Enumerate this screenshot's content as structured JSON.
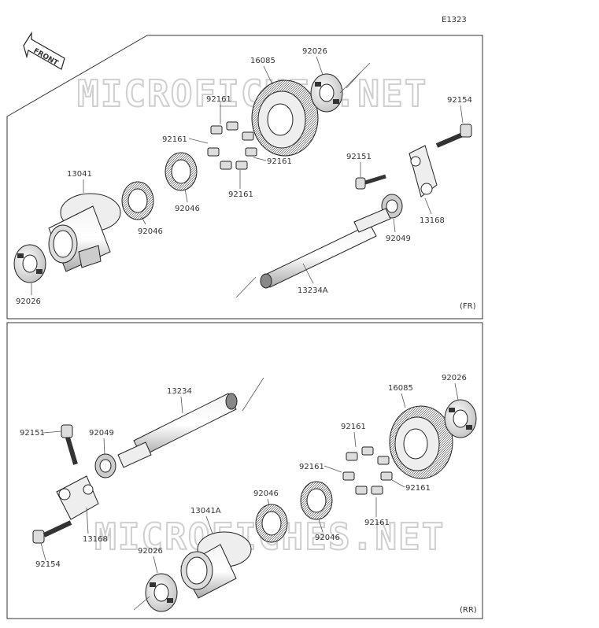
{
  "diagram_code": "E1323",
  "front_label": "FRONT",
  "watermark": "MICROFICHES.NET",
  "panels": [
    {
      "tag": "(FR)",
      "parts": [
        "13041",
        "92026",
        "92046",
        "92046",
        "92161",
        "92161",
        "92161",
        "92161",
        "16085",
        "92026",
        "92154",
        "92151",
        "13168",
        "92049",
        "13234A"
      ]
    },
    {
      "tag": "(RR)",
      "parts": [
        "13234",
        "92151",
        "92049",
        "13168",
        "92154",
        "13041A",
        "92026",
        "92046",
        "92046",
        "92161",
        "92161",
        "92161",
        "92161",
        "16085",
        "92026"
      ]
    }
  ]
}
